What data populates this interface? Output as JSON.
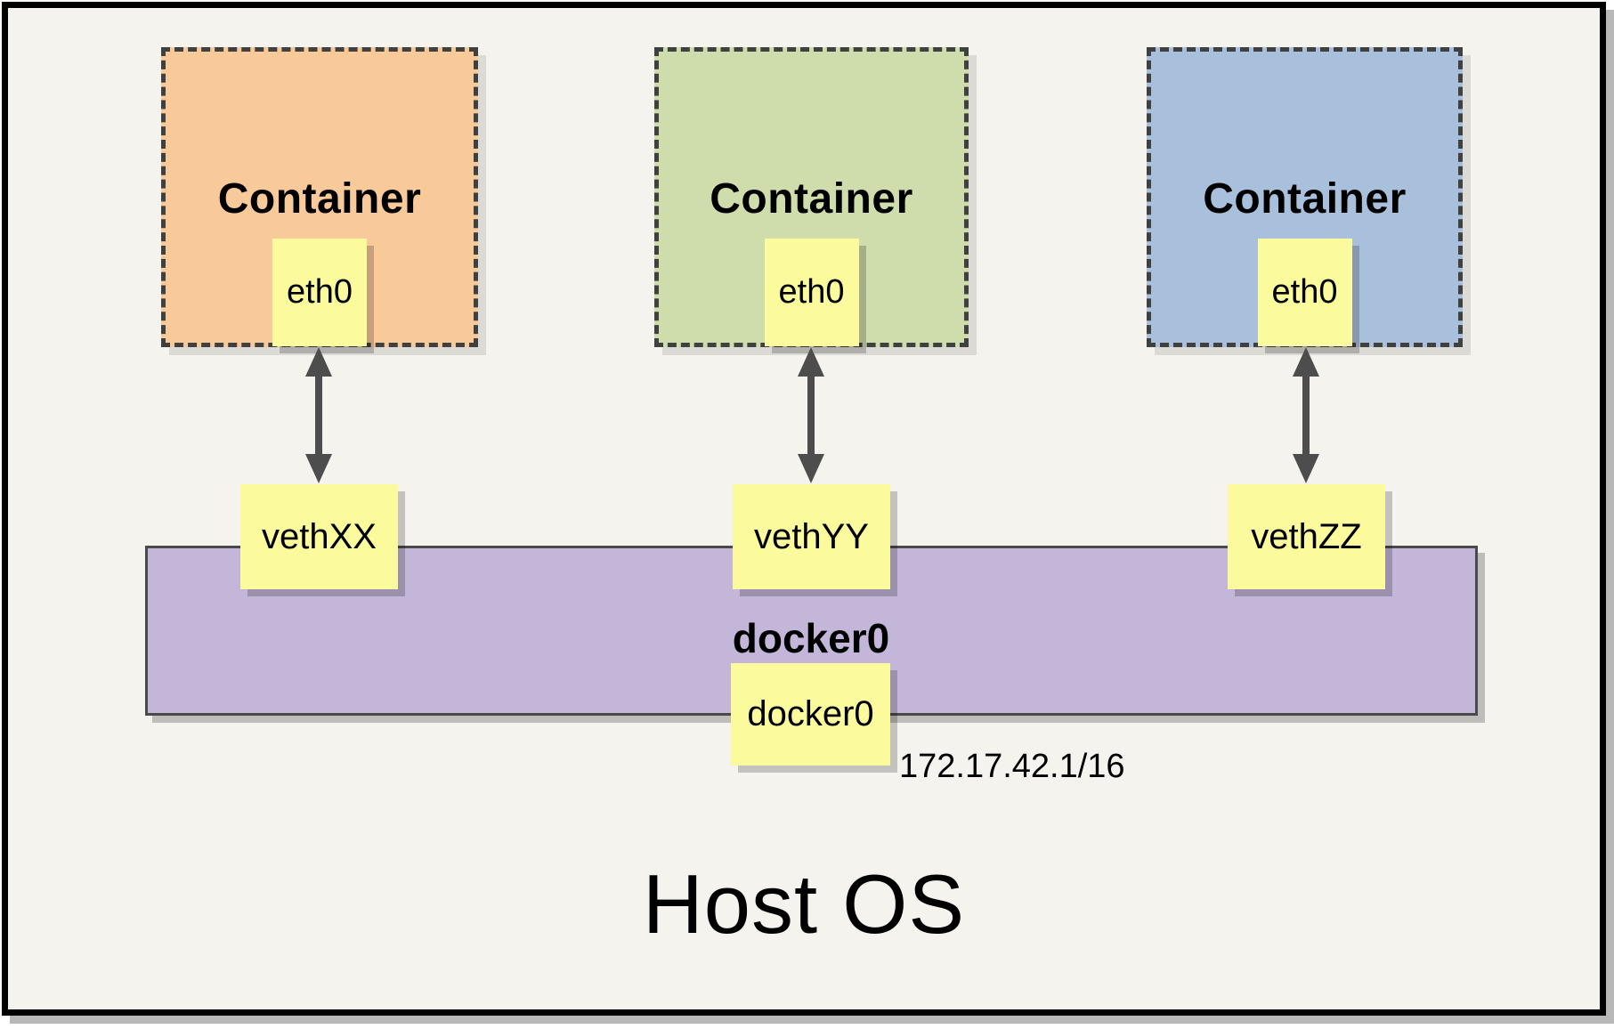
{
  "diagram": {
    "host_label": "Host OS",
    "containers": [
      {
        "label": "Container",
        "interface_label": "eth0",
        "veth_label": "vethXX",
        "color": "#F8C999"
      },
      {
        "label": "Container",
        "interface_label": "eth0",
        "veth_label": "vethYY",
        "color": "#CFDDAC"
      },
      {
        "label": "Container",
        "interface_label": "eth0",
        "veth_label": "vethZZ",
        "color": "#A9C0DD"
      }
    ],
    "bridge": {
      "label": "docker0",
      "interface_label": "docker0",
      "ip": "172.17.42.1/16"
    },
    "colors": {
      "host_background": "#F5F3EE",
      "note_yellow": "#FBFB9D",
      "bridge_purple": "#C4B6D8",
      "dash_border": "#404040",
      "arrow": "#4D4D4D"
    }
  }
}
